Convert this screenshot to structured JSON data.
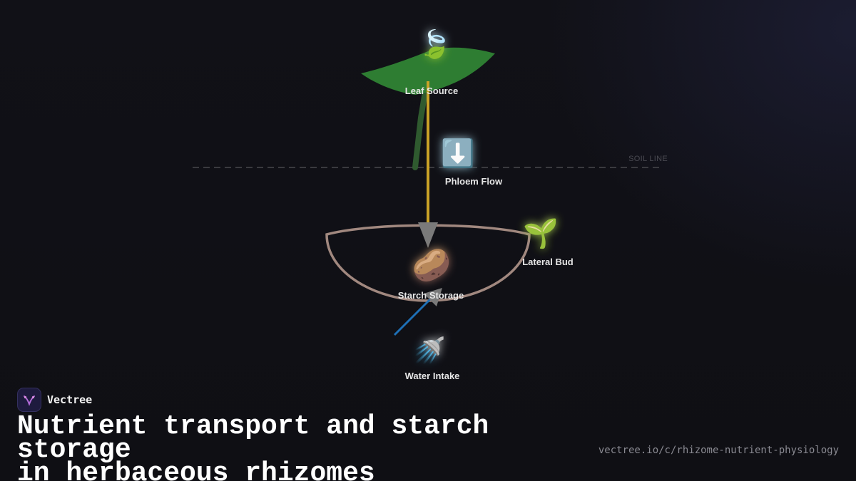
{
  "diagram": {
    "nodes": {
      "leaf": {
        "icon": "leaf-fluttering-icon",
        "glyph": "🍃",
        "label": "Leaf Source"
      },
      "phloem": {
        "icon": "down-arrow-icon",
        "glyph": "⬇️",
        "label": "Phloem Flow"
      },
      "bud": {
        "icon": "seedling-icon",
        "glyph": "🌱",
        "label": "Lateral Bud"
      },
      "storage": {
        "icon": "potato-icon",
        "glyph": "🥔",
        "label": "Starch Storage"
      },
      "water": {
        "icon": "shower-icon",
        "glyph": "🚿",
        "label": "Water Intake"
      }
    },
    "soil_line_label": "SOIL LINE",
    "colors": {
      "leaf": "#2e7d32",
      "stem": "#2f5a2f",
      "phloem": "#c9a227",
      "rhizome_outline": "#a1887f",
      "water": "#1e6fb5",
      "arrowhead": "#7a7a7a",
      "soil_line": "#3a3a3f"
    }
  },
  "brand": {
    "logo_icon": "vectree-logo-icon",
    "name": "Vectree"
  },
  "title": "Nutrient transport and starch storage\nin herbaceous rhizomes",
  "url": "vectree.io/c/rhizome-nutrient-physiology"
}
